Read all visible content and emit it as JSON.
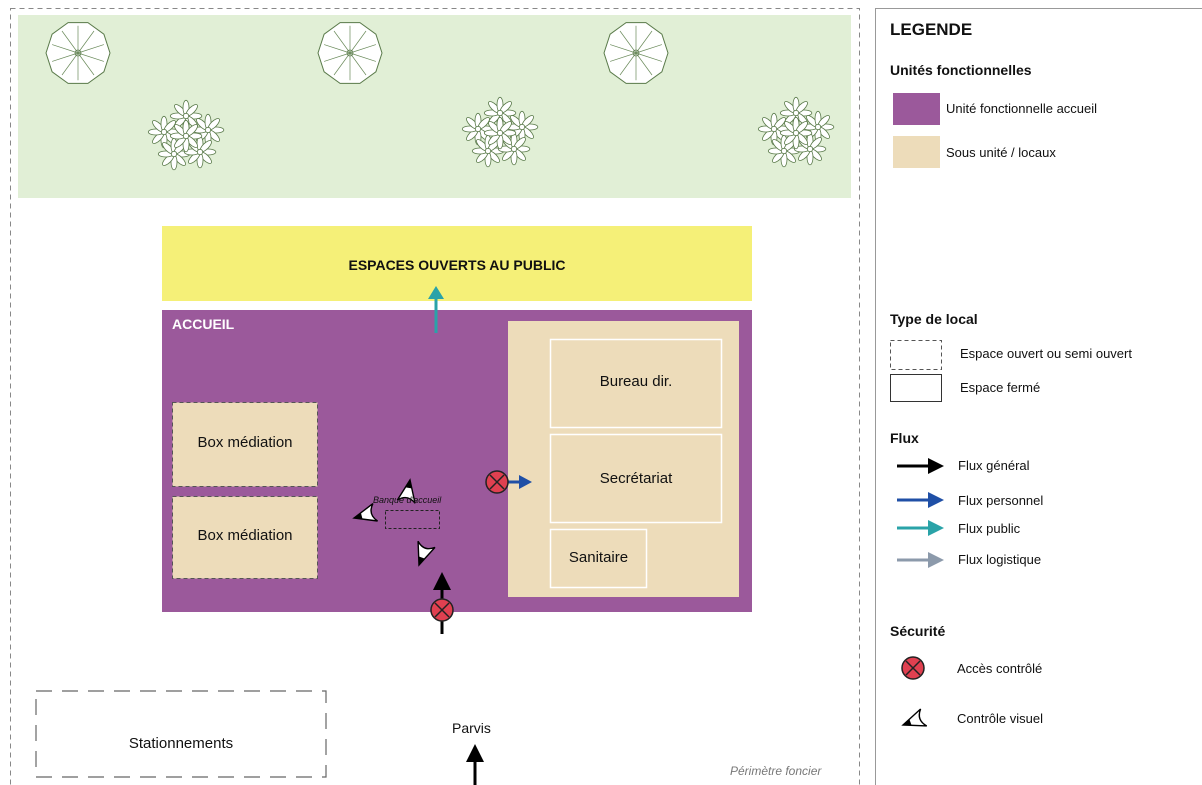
{
  "plan": {
    "garden_colors": {
      "lawn": "#e1efd6",
      "tree": "#ffffff"
    },
    "public_space": {
      "label": "ESPACES OUVERTS AU PUBLIC",
      "color": "#f5f078"
    },
    "accueil": {
      "label": "ACCUEIL",
      "color": "#9b599b"
    },
    "sub_unit_color": "#eddcba",
    "rooms": {
      "bureau": "Bureau dir.",
      "secretariat": "Secrétariat",
      "sanitaire": "Sanitaire",
      "box1": "Box médiation",
      "box2": "Box médiation"
    },
    "banque": "Banque d'accueil",
    "parking": "Stationnements",
    "parvis": "Parvis",
    "perimeter": "Périmètre foncier"
  },
  "legend": {
    "title": "LEGENDE",
    "units_title": "Unités fonctionnelles",
    "units": [
      {
        "label": "Unité fonctionnelle accueil",
        "color": "#9b599b"
      },
      {
        "label": "Sous unité / locaux",
        "color": "#eddcba"
      }
    ],
    "type_title": "Type de local",
    "types": [
      {
        "label": "Espace ouvert ou semi ouvert"
      },
      {
        "label": "Espace fermé"
      }
    ],
    "flux_title": "Flux",
    "flux": [
      {
        "label": "Flux général",
        "color": "#000000"
      },
      {
        "label": "Flux personnel",
        "color": "#1f4fa6"
      },
      {
        "label": "Flux public",
        "color": "#2aa3a8"
      },
      {
        "label": "Flux logistique",
        "color": "#8c9aab"
      }
    ],
    "security_title": "Sécurité",
    "security": [
      {
        "label": "Accès contrôlé",
        "icon": "controlled-access-icon",
        "color": "#e04050"
      },
      {
        "label": "Contrôle visuel",
        "icon": "eye-control-icon"
      }
    ]
  }
}
